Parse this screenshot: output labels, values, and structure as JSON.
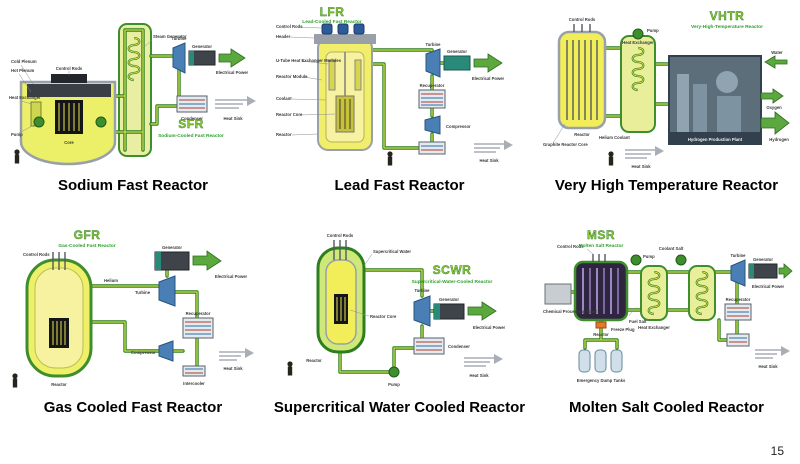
{
  "page": {
    "number": "15"
  },
  "reactors": [
    {
      "acronym": "SFR",
      "name": "Sodium-Cooled Fast Reactor",
      "caption": "Sodium Fast Reactor",
      "labels": {
        "cold_plenum": "Cold Plenum",
        "hot_plenum": "Hot Plenum",
        "control_rods": "Control Rods",
        "heat_exchanger": "Heat Exchanger",
        "pump": "Pump",
        "core": "Core",
        "steam_generator": "Steam Generator",
        "turbine": "Turbine",
        "generator": "Generator",
        "electrical_power": "Electrical Power",
        "condenser": "Condenser",
        "heat_sink": "Heat Sink"
      }
    },
    {
      "acronym": "LFR",
      "name": "Lead-Cooled Fast Reactor",
      "caption": "Lead Fast Reactor",
      "labels": {
        "control_rods": "Control Rods",
        "header": "Header",
        "heat_exchanger_modules": "U-Tube Heat Exchanger Modules",
        "reactor_module": "Reactor Module",
        "coolant": "Coolant",
        "reactor_core": "Reactor Core",
        "reactor": "Reactor",
        "turbine": "Turbine",
        "generator": "Generator",
        "electrical_power": "Electrical Power",
        "recuperator": "Recuperator",
        "compressor": "Compressor",
        "heat_sink": "Heat Sink"
      }
    },
    {
      "acronym": "VHTR",
      "name": "Very-High-Temperature Reactor",
      "caption": "Very High Temperature Reactor",
      "labels": {
        "control_rods": "Control Rods",
        "graphite_core": "Graphite Reactor Core",
        "reactor": "Reactor",
        "pump": "Pump",
        "heat_exchanger": "Heat Exchanger",
        "helium_coolant": "Helium Coolant",
        "heat_sink": "Heat Sink",
        "water": "Water",
        "oxygen": "Oxygen",
        "hydrogen": "Hydrogen",
        "hydrogen_plant": "Hydrogen Production Plant"
      }
    },
    {
      "acronym": "GFR",
      "name": "Gas-Cooled Fast Reactor",
      "caption": "Gas Cooled Fast Reactor",
      "labels": {
        "control_rods": "Control Rods",
        "helium": "Helium",
        "reactor": "Reactor",
        "generator": "Generator",
        "electrical_power": "Electrical Power",
        "turbine": "Turbine",
        "recuperator": "Recuperator",
        "compressor": "Compressor",
        "intercooler": "Intercooler",
        "heat_sink": "Heat Sink"
      }
    },
    {
      "acronym": "SCWR",
      "name": "Supercritical-Water-Cooled Reactor",
      "caption": "Supercritical Water Cooled Reactor",
      "labels": {
        "control_rods": "Control Rods",
        "supercritical_water": "Supercritical Water",
        "reactor_core": "Reactor Core",
        "reactor": "Reactor",
        "turbine": "Turbine",
        "generator": "Generator",
        "electrical_power": "Electrical Power",
        "condenser": "Condenser",
        "heat_sink": "Heat Sink",
        "pump": "Pump"
      }
    },
    {
      "acronym": "MSR",
      "name": "Molten Salt Reactor",
      "caption": "Molten Salt Cooled Reactor",
      "labels": {
        "control_rods": "Control Rods",
        "coolant_salt": "Coolant Salt",
        "reactor": "Reactor",
        "fuel_salt": "Fuel Salt",
        "pump": "Pump",
        "heat_exchanger": "Heat Exchanger",
        "chemical_plant": "Chemical Processing Plant",
        "freeze_plug": "Freeze Plug",
        "emergency_dump_tanks": "Emergency Dump Tanks",
        "turbine": "Turbine",
        "generator": "Generator",
        "electrical_power": "Electrical Power",
        "recuperator": "Recuperator",
        "heat_sink": "Heat Sink"
      }
    }
  ]
}
